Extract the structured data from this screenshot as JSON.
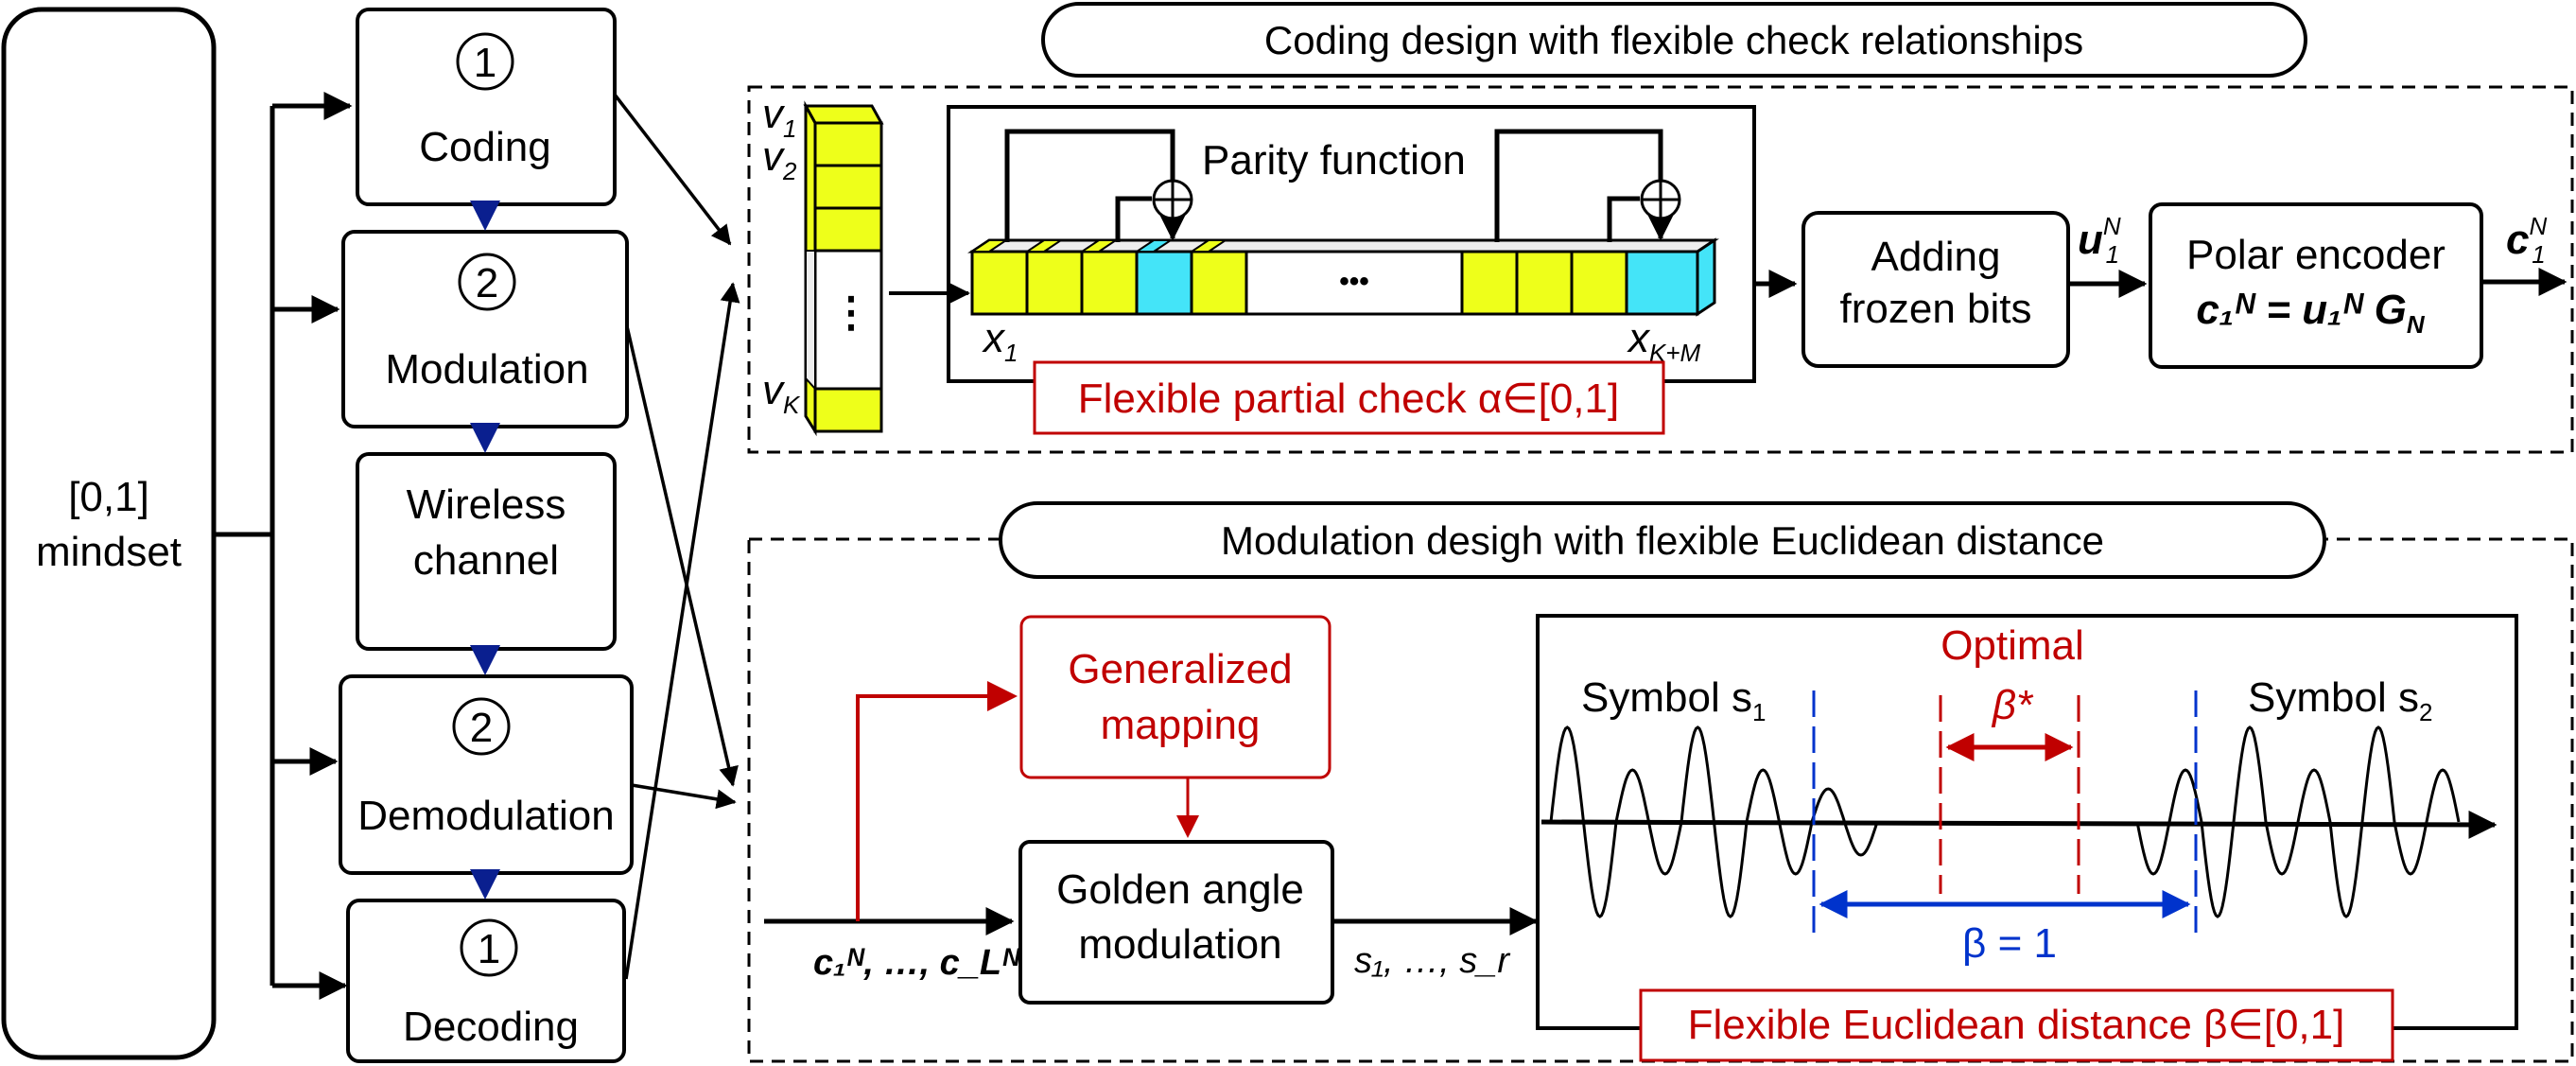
{
  "left_panel": {
    "mindset_line1": "[0,1]",
    "mindset_line2": "mindset"
  },
  "pipeline": [
    {
      "num": "1",
      "label": "Coding"
    },
    {
      "num": "2",
      "label": "Modulation"
    },
    {
      "num": "",
      "label_line1": "Wireless",
      "label_line2": "channel"
    },
    {
      "num": "2",
      "label": "Demodulation"
    },
    {
      "num": "1",
      "label": "Decoding"
    }
  ],
  "coding_section": {
    "title": "Coding design with flexible check relationships",
    "input_vector": {
      "v1": "v",
      "v1_sub": "1",
      "v2": "v",
      "v2_sub": "2",
      "vk": "v",
      "vk_sub": "K",
      "dots": "⋮"
    },
    "parity_label": "Parity function",
    "xor_symbol": "⊕",
    "x_first": "x",
    "x_first_sub": "1",
    "x_last": "x",
    "x_last_sub": "K+M",
    "ellipsis": "•••",
    "flexible_check": "Flexible partial check α∈[0,1]",
    "frozen_line1": "Adding",
    "frozen_line2": "frozen bits",
    "u_label": "u",
    "u_sup": "N",
    "u_sub": "1",
    "polar_line1": "Polar encoder",
    "polar_eq": "c₁ᴺ = u₁ᴺ G",
    "polar_eq_G_sub": "N",
    "c_out": "c",
    "c_out_sup": "N",
    "c_out_sub": "1",
    "colors": {
      "info_bit": "#eeff1a",
      "parity_bit": "#44e4f8"
    }
  },
  "modulation_section": {
    "title": "Modulation desigh with flexible Euclidean distance",
    "input_label": "c₁ᴺ, …, c_Lᴺ",
    "generalized_line1": "Generalized",
    "generalized_line2": "mapping",
    "golden_line1": "Golden angle",
    "golden_line2": "modulation",
    "output_label": "s₁, …, s_r",
    "symbol1": "Symbol s",
    "symbol1_sub": "1",
    "symbol2": "Symbol s",
    "symbol2_sub": "2",
    "optimal": "Optimal",
    "beta_star": "β*",
    "beta_one": "β = 1",
    "flexible_distance": "Flexible Euclidean distance β∈[0,1]",
    "colors": {
      "accent_red": "#c00000",
      "accent_blue": "#0033cc"
    }
  }
}
